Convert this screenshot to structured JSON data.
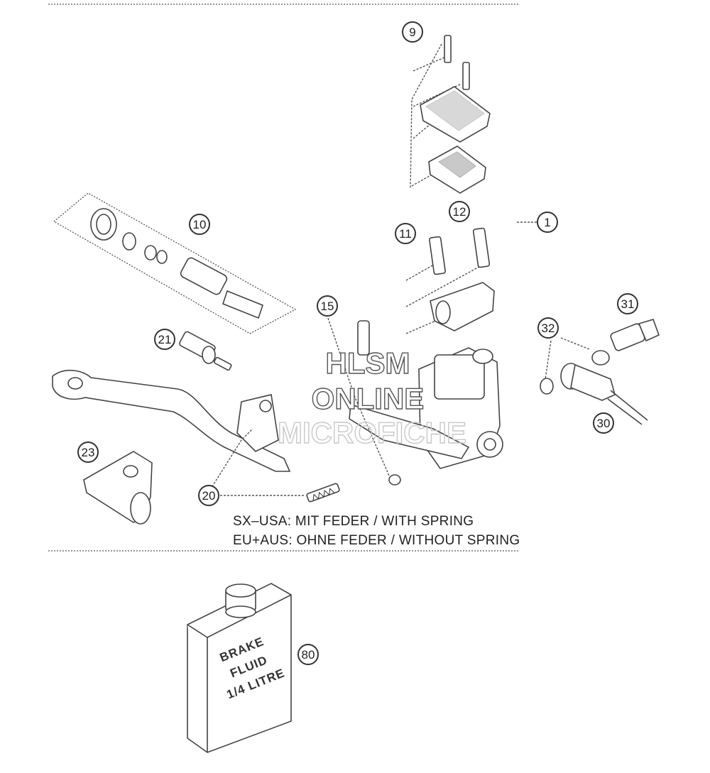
{
  "callouts": [
    {
      "id": "c9",
      "label": "9"
    },
    {
      "id": "c10",
      "label": "10"
    },
    {
      "id": "c11",
      "label": "11"
    },
    {
      "id": "c12",
      "label": "12"
    },
    {
      "id": "c1",
      "label": "1"
    },
    {
      "id": "c15",
      "label": "15"
    },
    {
      "id": "c21",
      "label": "21"
    },
    {
      "id": "c31",
      "label": "31"
    },
    {
      "id": "c32",
      "label": "32"
    },
    {
      "id": "c30",
      "label": "30"
    },
    {
      "id": "c23",
      "label": "23"
    },
    {
      "id": "c20",
      "label": "20"
    },
    {
      "id": "c80",
      "label": "80"
    }
  ],
  "notes": {
    "line1": "SX–USA:  MIT FEDER / WITH SPRING",
    "line2": "EU+AUS:  OHNE FEDER / WITHOUT SPRING"
  },
  "can_label": [
    "BRAKE",
    "FLUID",
    "1/4 LITRE"
  ],
  "watermark": {
    "line1": "HLSM",
    "line2": "ONLINE",
    "line3": "MICROFICHE"
  }
}
